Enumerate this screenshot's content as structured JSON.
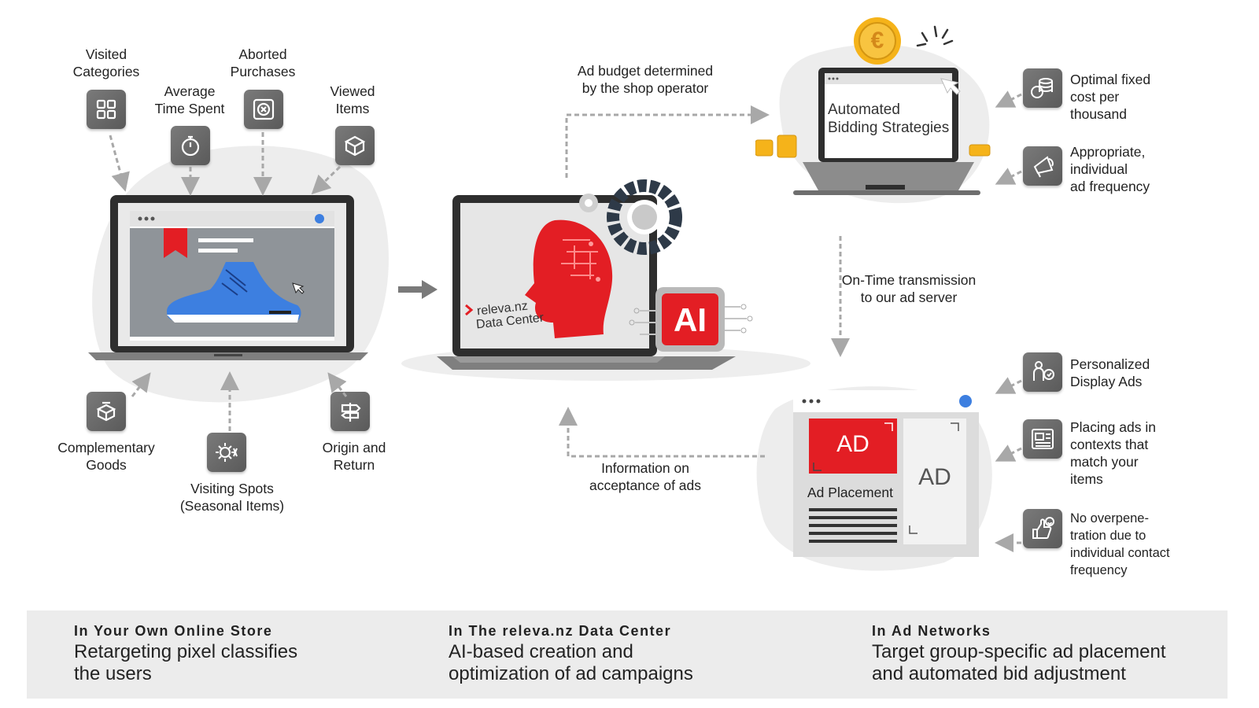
{
  "store_inputs": {
    "visited_categories": "Visited\nCategories",
    "average_time_spent": "Average\nTime Spent",
    "aborted_purchases": "Aborted\nPurchases",
    "viewed_items": "Viewed\nItems",
    "complementary_goods": "Complementary\nGoods",
    "visiting_spots": "Visiting Spots\n(Seasonal Items)",
    "origin_and_return": "Origin and\nReturn"
  },
  "data_center": {
    "brand": "releva.nz",
    "label": "Data Center",
    "ai_badge": "AI"
  },
  "flow": {
    "ad_budget": "Ad budget determined\nby the shop operator",
    "automated_bidding": "Automated\nBidding Strategies",
    "transmission": "On-Time transmission\nto our ad server",
    "information": "Information on\nacceptance of ads"
  },
  "bidding_features": [
    "Optimal fixed\ncost per\nthousand",
    "Appropriate,\nindividual\nad frequency"
  ],
  "ad_features": [
    "Personalized\nDisplay Ads",
    "Placing ads in\ncontexts that\nmatch your\nitems",
    "No overpene-\ntration due to\nindividual contact\nfrequency"
  ],
  "ad_mockup": {
    "ad_red": "AD",
    "ad_white": "AD",
    "placement": "Ad Placement"
  },
  "coin_symbol": "€",
  "bottom": [
    {
      "title": "In Your Own Online Store",
      "body": "Retargeting pixel classifies\nthe users"
    },
    {
      "title": "In The releva.nz Data Center",
      "body": "AI-based creation and\noptimization of ad campaigns"
    },
    {
      "title": "In Ad Networks",
      "body": "Target group-specific ad placement\nand automated bid adjustment"
    }
  ],
  "colors": {
    "accent_red": "#e31e24",
    "icon_gray": "#666666",
    "shoe_blue": "#3d7fe0",
    "coin_gold": "#f5b31a"
  }
}
